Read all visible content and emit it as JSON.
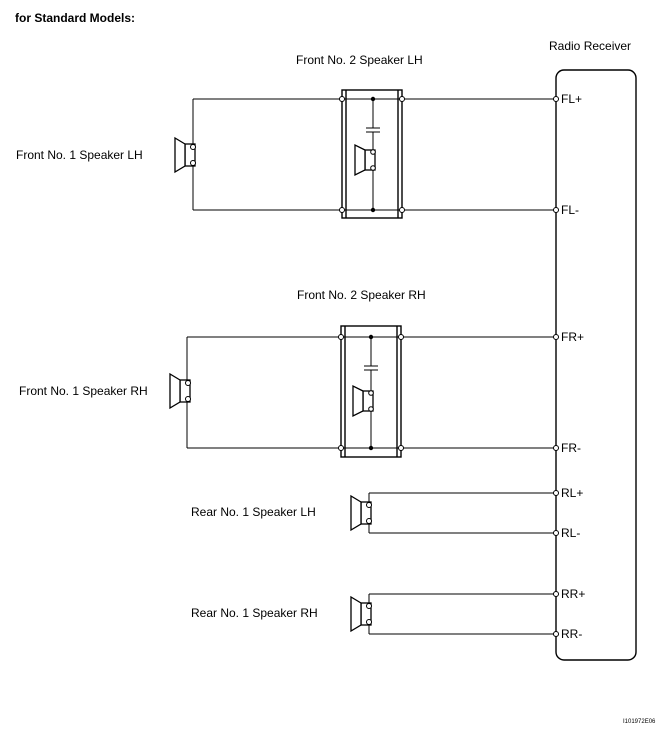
{
  "title": "for Standard Models:",
  "radio_receiver_label": "Radio Receiver",
  "components": {
    "front_no2_lh": "Front No. 2 Speaker LH",
    "front_no1_lh": "Front No. 1 Speaker LH",
    "front_no2_rh": "Front No. 2 Speaker RH",
    "front_no1_rh": "Front No. 1 Speaker RH",
    "rear_no1_lh": "Rear No. 1 Speaker LH",
    "rear_no1_rh": "Rear No. 1 Speaker RH"
  },
  "terminals": {
    "fl_plus": "FL+",
    "fl_minus": "FL-",
    "fr_plus": "FR+",
    "fr_minus": "FR-",
    "rl_plus": "RL+",
    "rl_minus": "RL-",
    "rr_plus": "RR+",
    "rr_minus": "RR-"
  },
  "figure_code": "I101972E06"
}
